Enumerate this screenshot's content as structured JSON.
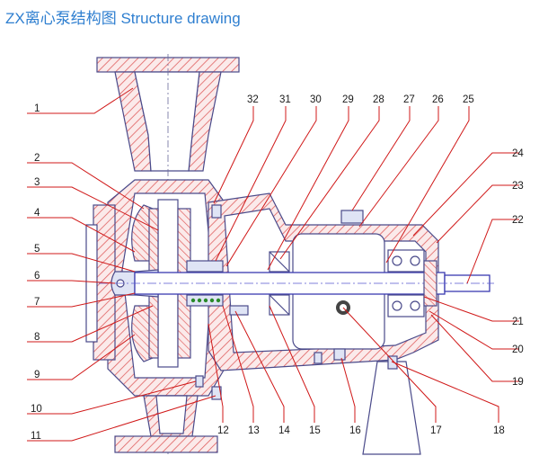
{
  "title": "ZX离心泵结构图 Structure drawing",
  "colors": {
    "title": "#2f7fd0",
    "leader": "#d01818",
    "outline": "#4a4a8a",
    "hatch": "#e06060",
    "shaft": "#3a3ab0"
  },
  "part_numbers": [
    "1",
    "2",
    "3",
    "4",
    "5",
    "6",
    "7",
    "8",
    "9",
    "10",
    "11",
    "12",
    "13",
    "14",
    "15",
    "16",
    "17",
    "18",
    "19",
    "20",
    "21",
    "22",
    "23",
    "24",
    "25",
    "26",
    "27",
    "28",
    "29",
    "30",
    "31",
    "32"
  ]
}
